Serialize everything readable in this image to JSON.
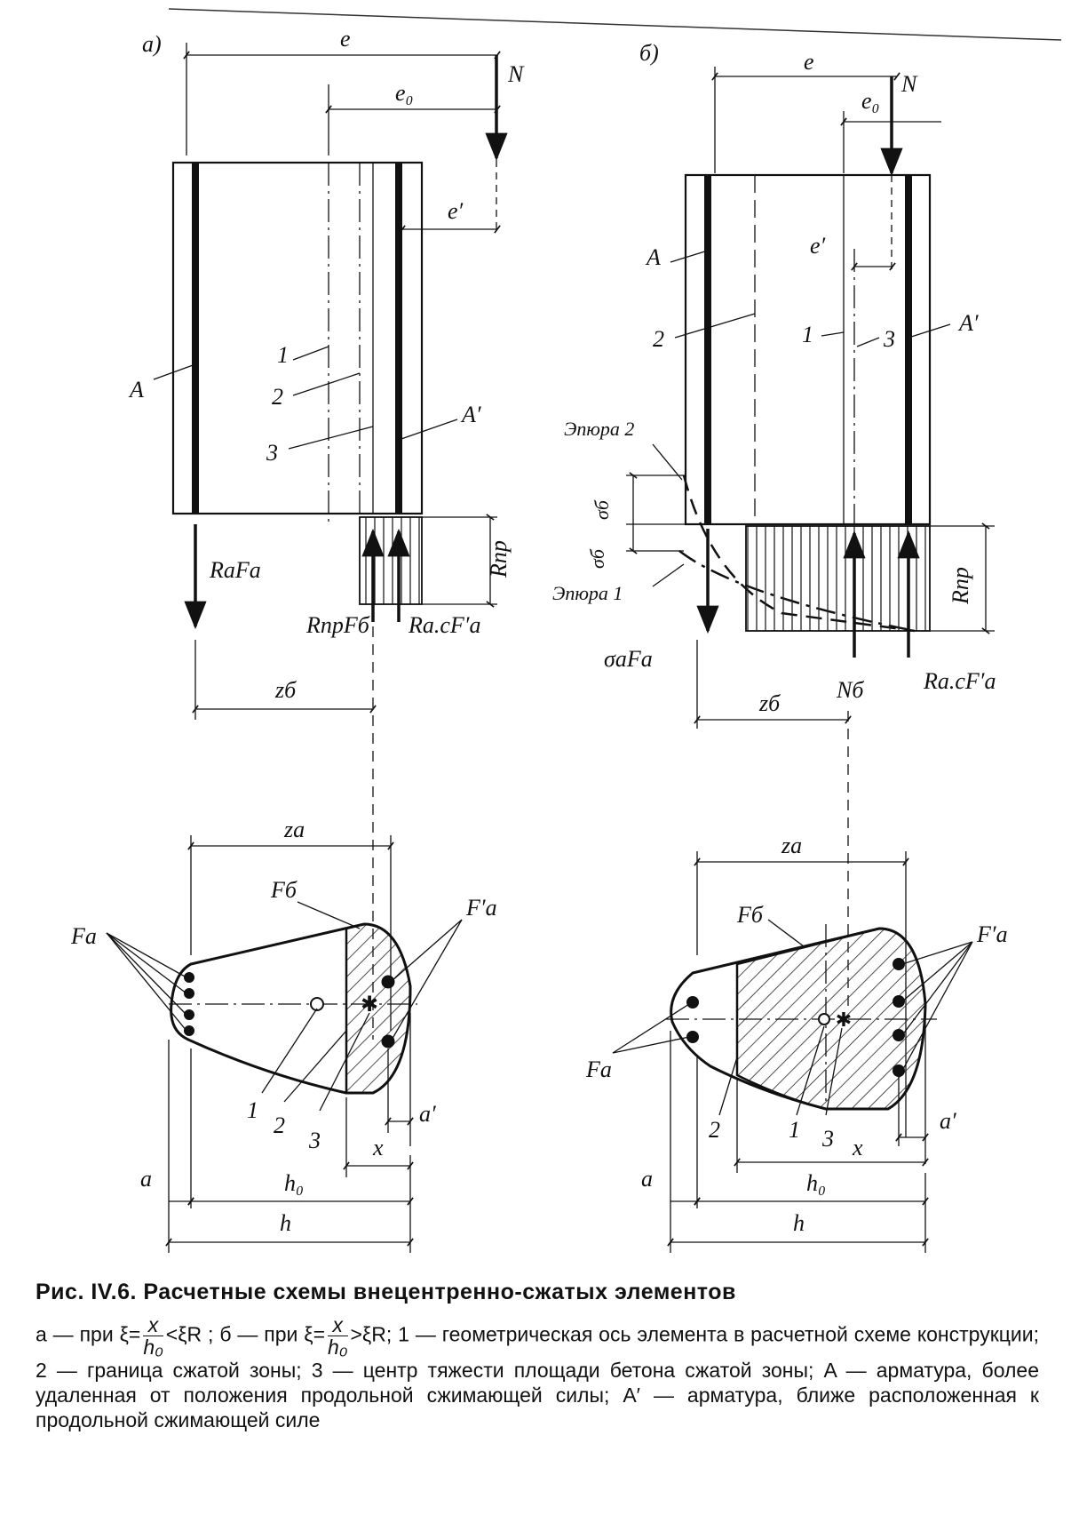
{
  "panel_a": {
    "tag": "а)",
    "e": "e",
    "e0": "e₀",
    "e_prime": "e′",
    "N": "N",
    "A": "A",
    "A_prime": "A′",
    "n1": "1",
    "n2": "2",
    "n3": "3",
    "Rpr": "Rпр",
    "RaFa": "RаFа",
    "RprFb": "RпрFб",
    "RacFa": "Rа.сF′а",
    "zb": "zб",
    "za": "zа",
    "Fb": "Fб",
    "Fa": "Fа",
    "Fa_prime": "F′а",
    "s1": "1",
    "s2": "2",
    "s3": "3",
    "a_prime": "a′",
    "x": "x",
    "h0": "h₀",
    "a": "a",
    "h": "h"
  },
  "panel_b": {
    "tag": "б)",
    "e": "e",
    "e0": "e₀",
    "e_prime": "e′",
    "N": "N",
    "A": "A",
    "A_prime": "A′",
    "n1": "1",
    "n2": "2",
    "n3": "3",
    "epure2": "Эпюра 2",
    "epure1": "Эпюра 1",
    "sigma_b1": "σб",
    "sigma_b2": "σб",
    "Rpr": "Rпр",
    "sigmaFa": "σаFа",
    "Nb": "Nб",
    "RacFa": "Rа.сF′а",
    "zb": "zб",
    "za": "zа",
    "Fb": "Fб",
    "Fa": "Fа",
    "Fa_prime": "F′а",
    "s1": "1",
    "s2": "2",
    "s3": "3",
    "a_prime": "a′",
    "x": "x",
    "h0": "h₀",
    "a": "a",
    "h": "h"
  },
  "caption": {
    "title": "Рис. IV.6. Расчетные схемы внецентренно-сжатых элементов",
    "a_pre": "а — при ξ=",
    "frac_num": "x",
    "frac_den": "h₀",
    "a_post": "<ξR ;",
    "b_pre": "б — при ξ=",
    "b_post": ">ξR;",
    "rest": "1 — геометрическая ось элемента в расчетной схеме конструкции; 2 — граница сжатой зоны; 3 — центр тяжести площади бетона сжатой зоны; A — арматура, более удаленная от положения продольной сжимающей силы; A′ — арматура, ближе расположенная к продольной сжимающей силе"
  }
}
